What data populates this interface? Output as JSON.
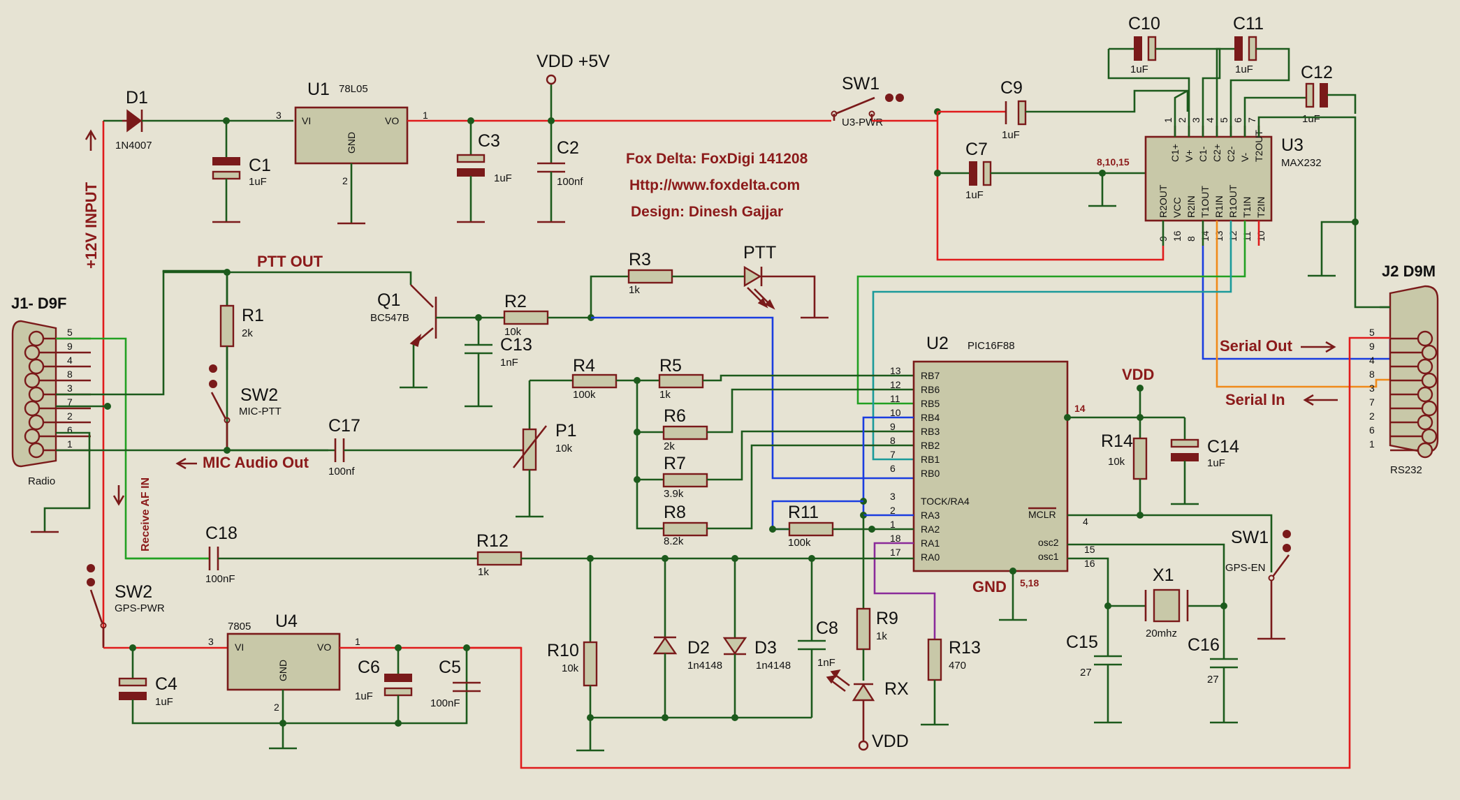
{
  "header": {
    "line1": "Fox Delta:  FoxDigi   141208",
    "line2": "Http://www.foxdelta.com",
    "line3": "Design: Dinesh Gajjar"
  },
  "labels": {
    "vdd5": "VDD +5V",
    "ptt_out": "PTT OUT",
    "mic_audio": "MIC Audio Out",
    "input12": "+12V INPUT",
    "receive_af": "Receive AF IN",
    "serial_out": "Serial Out",
    "serial_in": "Serial In",
    "vdd": "VDD",
    "vdd_bottom": "VDD",
    "gnd": "GND",
    "gnd_pins": "5,18",
    "pin14": "14",
    "u3_gndpins": "8,10,15"
  },
  "connectors": {
    "j1": {
      "name": "J1- D9F",
      "sub": "Radio",
      "pins": [
        "5",
        "9",
        "4",
        "8",
        "3",
        "7",
        "2",
        "6",
        "1"
      ]
    },
    "j2": {
      "name": "J2 D9M",
      "sub": "RS232",
      "pins": [
        "5",
        "9",
        "4",
        "8",
        "3",
        "7",
        "2",
        "6",
        "1"
      ]
    }
  },
  "parts": {
    "d1": {
      "ref": "D1",
      "val": "1N4007"
    },
    "u1": {
      "ref": "U1",
      "val": "78L05",
      "vi": "VI",
      "vo": "VO",
      "gnd": "GND",
      "p1": "3",
      "p2": "1",
      "p3": "2"
    },
    "c1": {
      "ref": "C1",
      "val": "1uF"
    },
    "c2": {
      "ref": "C2",
      "val": "100nf"
    },
    "c3": {
      "ref": "C3",
      "val": "1uF"
    },
    "sw1a": {
      "ref": "SW1",
      "val": "U3-PWR"
    },
    "c9": {
      "ref": "C9",
      "val": "1uF"
    },
    "c7": {
      "ref": "C7",
      "val": "1uF"
    },
    "c10": {
      "ref": "C10",
      "val": "1uF"
    },
    "c11": {
      "ref": "C11",
      "val": "1uF"
    },
    "c12": {
      "ref": "C12",
      "val": "1uF"
    },
    "u3": {
      "ref": "U3",
      "val": "MAX232",
      "top_pins": [
        {
          "name": "C1+",
          "num": "1"
        },
        {
          "name": "V+",
          "num": "2"
        },
        {
          "name": "C1-",
          "num": "3"
        },
        {
          "name": "C2+",
          "num": "4"
        },
        {
          "name": "C2-",
          "num": "5"
        },
        {
          "name": "V-",
          "num": "6"
        },
        {
          "name": "T2OUT",
          "num": "7"
        }
      ],
      "bottom_pins": [
        {
          "name": "R2OUT",
          "num": "9"
        },
        {
          "name": "VCC",
          "num": "16"
        },
        {
          "name": "R2IN",
          "num": "8"
        },
        {
          "name": "T1OUT",
          "num": "14"
        },
        {
          "name": "R1IN",
          "num": "13"
        },
        {
          "name": "R1OUT",
          "num": "12"
        },
        {
          "name": "T1IN",
          "num": "11"
        },
        {
          "name": "T2IN",
          "num": "10"
        }
      ]
    },
    "r1": {
      "ref": "R1",
      "val": "2k"
    },
    "sw2a": {
      "ref": "SW2",
      "val": "MIC-PTT"
    },
    "q1": {
      "ref": "Q1",
      "val": "BC547B"
    },
    "r2": {
      "ref": "R2",
      "val": "10k"
    },
    "r3": {
      "ref": "R3",
      "val": "1k"
    },
    "ptt": {
      "ref": "PTT"
    },
    "c13": {
      "ref": "C13",
      "val": "1nF"
    },
    "r4": {
      "ref": "R4",
      "val": "100k"
    },
    "r5": {
      "ref": "R5",
      "val": "1k"
    },
    "r6": {
      "ref": "R6",
      "val": "2k"
    },
    "r7": {
      "ref": "R7",
      "val": "3.9k"
    },
    "r8": {
      "ref": "R8",
      "val": "8.2k"
    },
    "p1": {
      "ref": "P1",
      "val": "10k"
    },
    "c17": {
      "ref": "C17",
      "val": "100nf"
    },
    "u2": {
      "ref": "U2",
      "val": "PIC16F88",
      "left_pins": [
        {
          "name": "RB7",
          "num": "13"
        },
        {
          "name": "RB6",
          "num": "12"
        },
        {
          "name": "RB5",
          "num": "11"
        },
        {
          "name": "RB4",
          "num": "10"
        },
        {
          "name": "RB3",
          "num": "9"
        },
        {
          "name": "RB2",
          "num": "8"
        },
        {
          "name": "RB1",
          "num": "7"
        },
        {
          "name": "RB0",
          "num": "6"
        },
        {
          "name": "TOCK/RA4",
          "num": "3"
        },
        {
          "name": "RA3",
          "num": "2"
        },
        {
          "name": "RA2",
          "num": "1"
        },
        {
          "name": "RA1",
          "num": "18"
        },
        {
          "name": "RA0",
          "num": "17"
        }
      ],
      "mclr": "MCLR",
      "mclr_num": "4",
      "osc2": "osc2",
      "osc2_num": "15",
      "osc1": "osc1",
      "osc1_num": "16"
    },
    "r14": {
      "ref": "R14",
      "val": "10k"
    },
    "c14": {
      "ref": "C14",
      "val": "1uF"
    },
    "sw1b": {
      "ref": "SW1",
      "val": "GPS-EN"
    },
    "r11": {
      "ref": "R11",
      "val": "100k"
    },
    "c18": {
      "ref": "C18",
      "val": "100nF"
    },
    "r12": {
      "ref": "R12",
      "val": "1k"
    },
    "sw2b": {
      "ref": "SW2",
      "val": "GPS-PWR"
    },
    "u4": {
      "ref": "U4",
      "val": "7805",
      "vi": "VI",
      "vo": "VO",
      "gnd": "GND",
      "p1": "3",
      "p2": "1",
      "p3": "2"
    },
    "c4": {
      "ref": "C4",
      "val": "1uF"
    },
    "c6": {
      "ref": "C6",
      "val": "1uF"
    },
    "c5": {
      "ref": "C5",
      "val": "100nF"
    },
    "r10": {
      "ref": "R10",
      "val": "10k"
    },
    "d2": {
      "ref": "D2",
      "val": "1n4148"
    },
    "d3": {
      "ref": "D3",
      "val": "1n4148"
    },
    "c8": {
      "ref": "C8",
      "val": "1nF"
    },
    "r9": {
      "ref": "R9",
      "val": "1k"
    },
    "rx": {
      "ref": "RX"
    },
    "r13": {
      "ref": "R13",
      "val": "470"
    },
    "x1": {
      "ref": "X1",
      "val": "20mhz"
    },
    "c15": {
      "ref": "C15",
      "val": "27"
    },
    "c16": {
      "ref": "C16",
      "val": "27"
    }
  }
}
